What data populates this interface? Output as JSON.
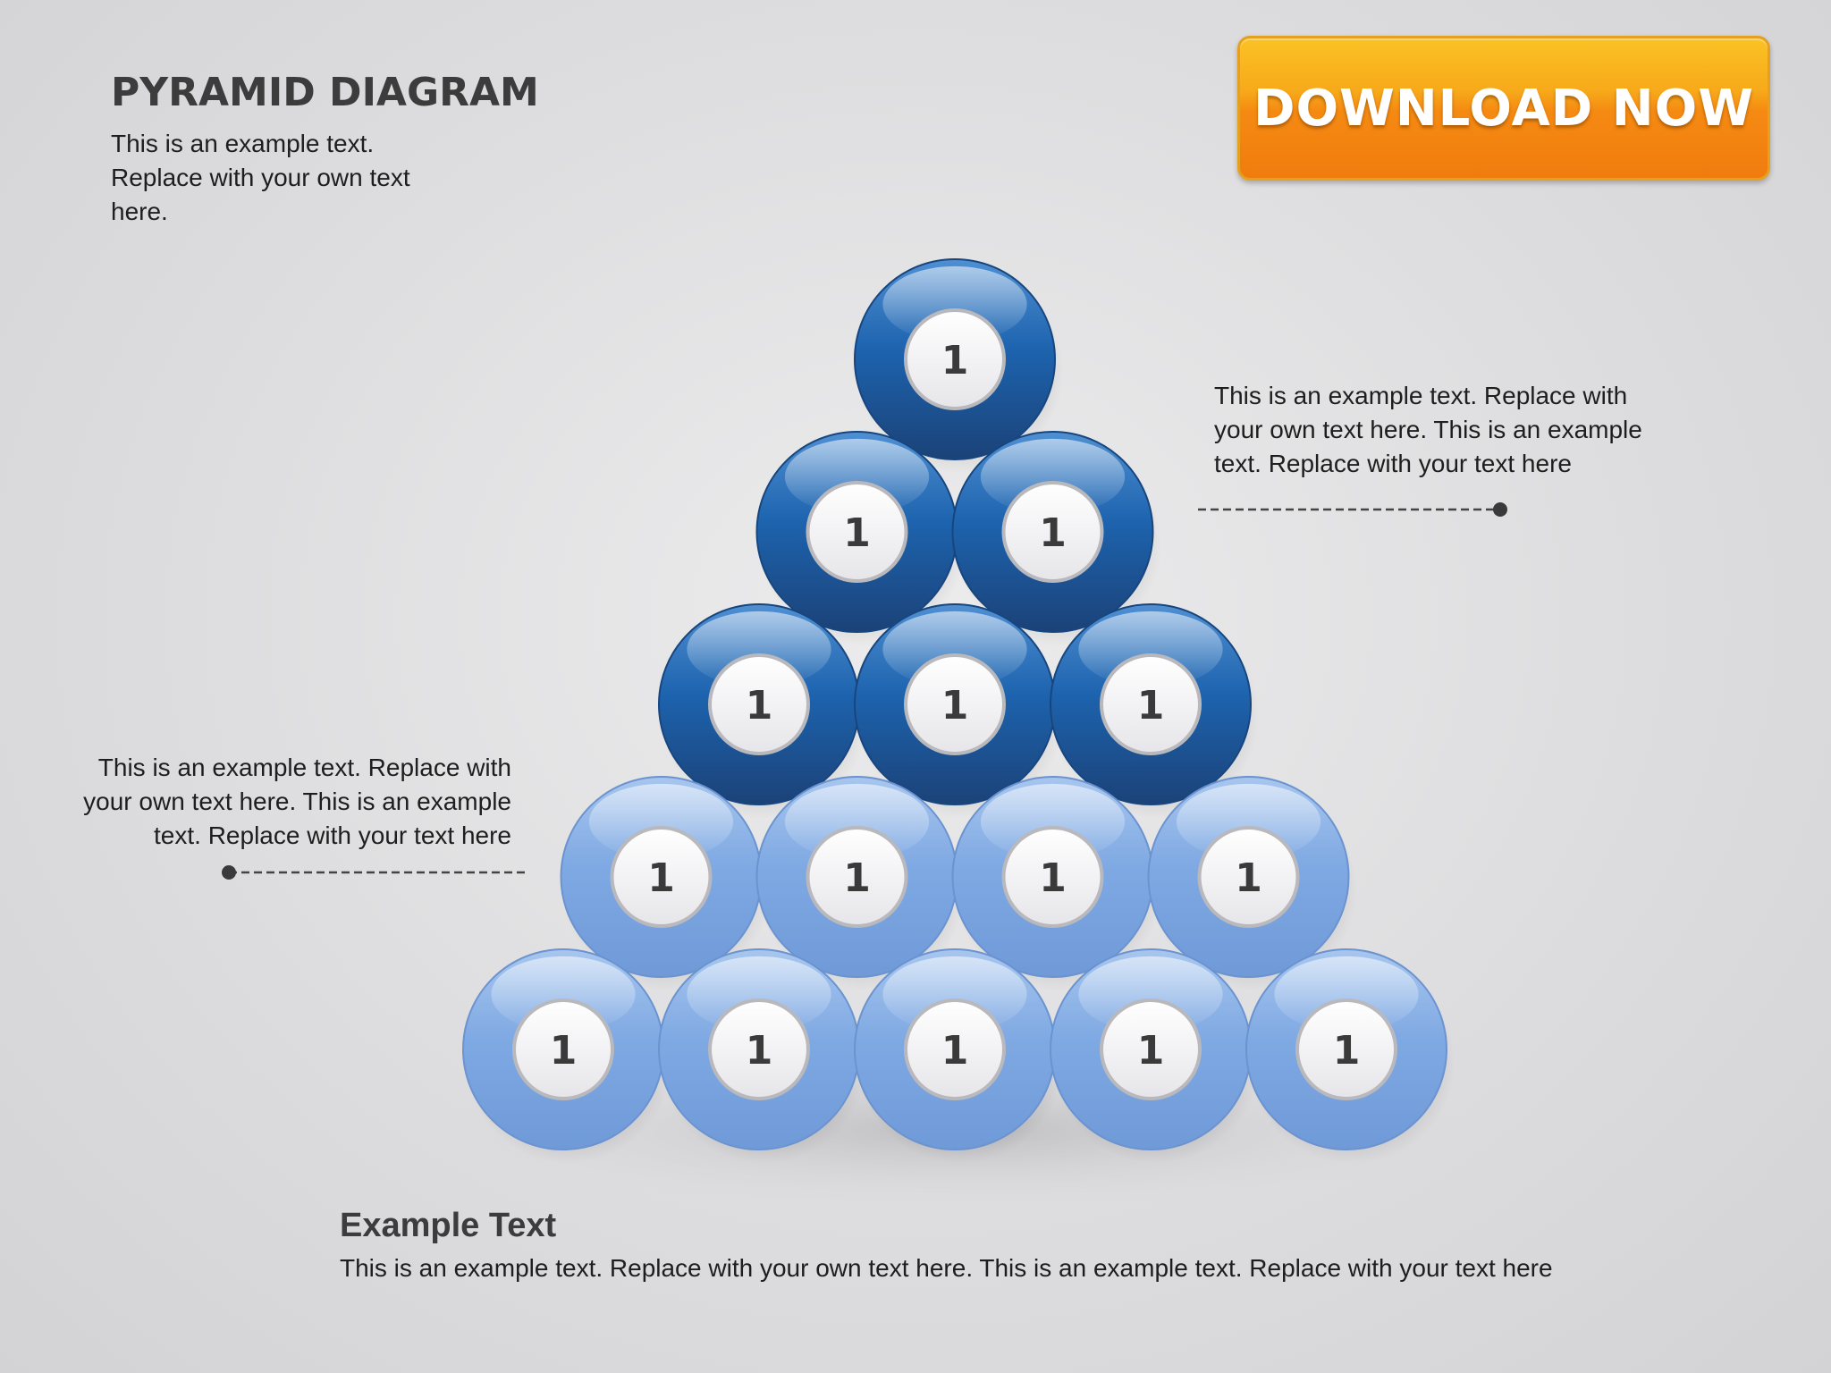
{
  "header": {
    "title": "PYRAMID DIAGRAM",
    "intro_lines": [
      "This is an example text.",
      "Replace with your own text",
      "here."
    ]
  },
  "download_button": {
    "label": "DOWNLOAD NOW"
  },
  "callout_right": {
    "lines": [
      "This is an example text. Replace with",
      "your own text here. This is an example",
      "text. Replace with your text here"
    ]
  },
  "callout_left": {
    "lines": [
      "This is an example text. Replace with",
      "your own text here. This is an example",
      "text. Replace with your text here"
    ]
  },
  "pyramid": {
    "rows": [
      {
        "shade": "dark",
        "labels": [
          "1"
        ]
      },
      {
        "shade": "dark",
        "labels": [
          "1",
          "1"
        ]
      },
      {
        "shade": "dark",
        "labels": [
          "1",
          "1",
          "1"
        ]
      },
      {
        "shade": "light",
        "labels": [
          "1",
          "1",
          "1",
          "1"
        ]
      },
      {
        "shade": "light",
        "labels": [
          "1",
          "1",
          "1",
          "1",
          "1"
        ]
      }
    ],
    "colors": {
      "dark_top": "#4f8fd2",
      "dark_mid": "#1d63ae",
      "dark_bottom": "#1b4278",
      "light_top": "#a7c6ee",
      "light_mid": "#7fa9e3",
      "light_bottom": "#6f9ad8",
      "disc": "#f2f2f4",
      "disc_border": "#b9b9bd",
      "label": "#3a3a3a"
    }
  },
  "footer": {
    "title": "Example Text",
    "text": "This is an example text. Replace with your own text here. This is an example text. Replace with your text here"
  }
}
